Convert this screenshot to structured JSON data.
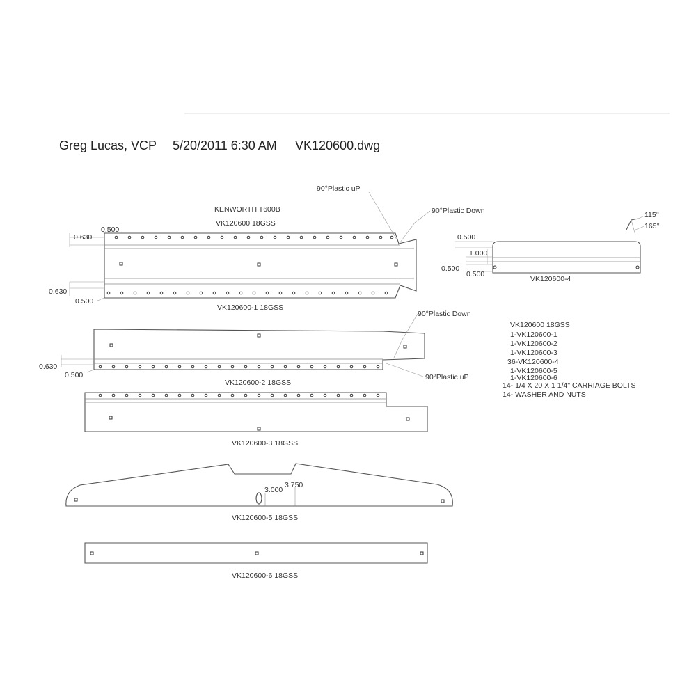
{
  "header": {
    "author": "Greg Lucas, VCP",
    "timestamp": "5/20/2011 6:30 AM",
    "filename": "VK120600.dwg"
  },
  "notes": {
    "plastic_up_1": "90°Plastic uP",
    "plastic_down_1": "90°Plastic Down",
    "plastic_down_2": "90°Plastic Down",
    "plastic_up_2": "90°Plastic uP"
  },
  "parts": {
    "p1": {
      "title_line1": "KENWORTH T600B",
      "title_line2": "VK120600 18GSS",
      "label": "VK120600-1 18GSS",
      "dims": {
        "top_offset": "0.630",
        "top_edge": "0.500",
        "bottom_offset": "0.630",
        "bottom_edge": "0.500"
      }
    },
    "p2": {
      "label": "VK120600-2 18GSS",
      "dims": {
        "offset": "0.630",
        "edge": "0.500"
      }
    },
    "p3": {
      "label": "VK120600-3 18GSS"
    },
    "p4": {
      "label": "VK120600-4",
      "dims": {
        "top": "0.500",
        "middle": "1.000",
        "left": "0.500",
        "bottom": "0.500"
      },
      "angles": [
        "115°",
        "165°"
      ]
    },
    "p5": {
      "label": "VK120600-5 18GSS",
      "dims": {
        "height_a": "3.000",
        "height_b": "3.750"
      }
    },
    "p6": {
      "label": "VK120600-6 18GSS"
    }
  },
  "bill_of_materials": [
    "VK120600 18GSS",
    "1-VK120600-1",
    "1-VK120600-2",
    "1-VK120600-3",
    "36-VK120600-4",
    "1-VK120600-5",
    "1-VK120600-6",
    "14- 1/4 X 20 X 1 1/4\" CARRIAGE BOLTS",
    "14- WASHER AND NUTS"
  ],
  "colors": {
    "line": "#555555",
    "text": "#333333",
    "background": "#ffffff"
  }
}
